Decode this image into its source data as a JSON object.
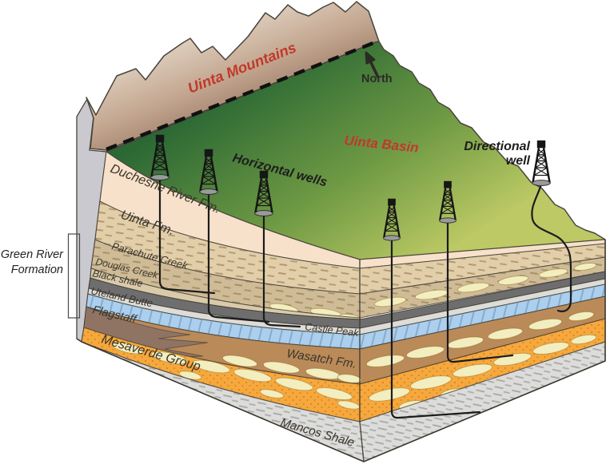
{
  "title": "Uinta Basin geologic block diagram",
  "labels": {
    "uinta_mountains": "Uinta Mountains",
    "uinta_basin": "Uinta Basin",
    "north": "North",
    "horizontal_wells": "Horizontal wells",
    "directional_well_line1": "Directional",
    "directional_well_line2": "well",
    "green_river_line1": "Green River",
    "green_river_line2": "Formation"
  },
  "layers": [
    {
      "id": "duchesne",
      "name": "Duchesne River Fm.",
      "color": "#f7e1ca"
    },
    {
      "id": "uinta_fm",
      "name": "Uinta Fm.",
      "color": "#e2cfa9"
    },
    {
      "id": "parachute",
      "name": "Parachute Creek",
      "color": "#cfbc97"
    },
    {
      "id": "douglas",
      "name": "Douglas Creek",
      "color": "#d9cbaa"
    },
    {
      "id": "black_shale",
      "name": "Black shale",
      "color": "#6e6e6e"
    },
    {
      "id": "castle_peak",
      "name": "Castle Peak",
      "color": "#dddcd6"
    },
    {
      "id": "uteland",
      "name": "Uteland Butte",
      "color": "#abcfec"
    },
    {
      "id": "flagstaff",
      "name": "Flagstaff",
      "color": "#8f7464"
    },
    {
      "id": "wasatch",
      "name": "Wasatch Fm.",
      "color": "#ba8a59"
    },
    {
      "id": "mesaverde",
      "name": "Mesaverde Group",
      "color": "#f6a83d"
    },
    {
      "id": "mancos",
      "name": "Mancos Shale",
      "color": "#dcdcda"
    }
  ],
  "colors": {
    "red_label": "#c0392b",
    "lens_fill": "#f2eec0",
    "side_face": "#c9c9cf",
    "well_line": "#1c1c1c",
    "mountain_light": "#ece2d5",
    "mountain_dark": "#7d5c48",
    "basin_dark": "#2b6834",
    "basin_light": "#bcc964"
  },
  "wells": {
    "horizontal_count": 5,
    "directional_count": 1,
    "derrick_icon_count": 6
  }
}
